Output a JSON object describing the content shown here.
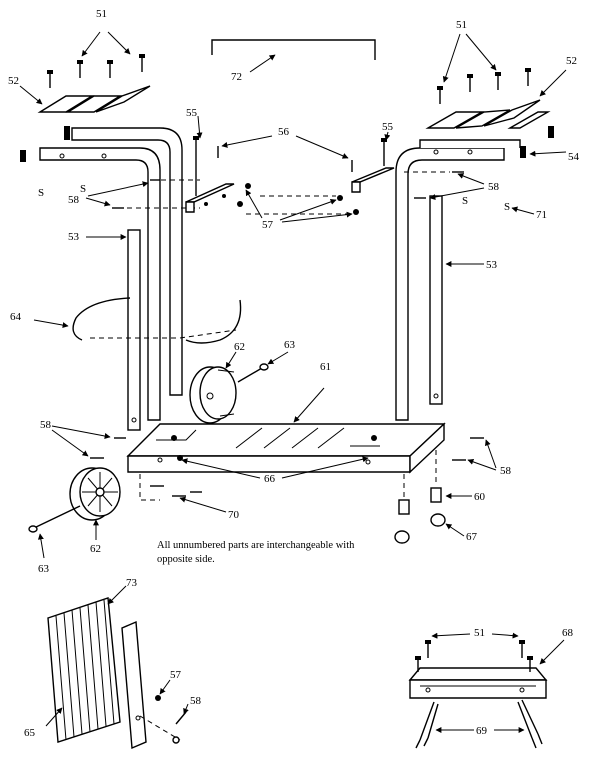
{
  "note": {
    "line1": "All unnumbered parts are interchangeable with",
    "line2": "opposite side."
  },
  "parts": {
    "p51": "51",
    "p52": "52",
    "p53": "53",
    "p54": "54",
    "p55": "55",
    "p56": "56",
    "p57": "57",
    "p58": "58",
    "p60": "60",
    "p61": "61",
    "p62": "62",
    "p63": "63",
    "p64": "64",
    "p65": "65",
    "p66": "66",
    "p67": "67",
    "p68": "68",
    "p69": "69",
    "p70": "70",
    "p71": "71",
    "p72": "72",
    "p73": "73"
  },
  "misc": {
    "s_clip": "S"
  }
}
